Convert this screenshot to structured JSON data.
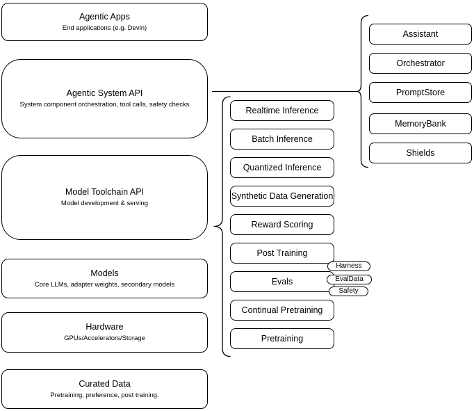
{
  "diagram": {
    "colors": {
      "stroke": "#000000",
      "fill": "#ffffff",
      "background": "#ffffff"
    },
    "left": [
      {
        "title": "Agentic Apps",
        "subtitle": "End applications (e.g. Devin)"
      },
      {
        "title": "Agentic System API",
        "subtitle": "System component orchestration, tool calls, safety checks"
      },
      {
        "title": "Model Toolchain API",
        "subtitle": "Model development & serving"
      },
      {
        "title": "Models",
        "subtitle": "Core LLMs, adapter weights, secondary models"
      },
      {
        "title": "Hardware",
        "subtitle": "GPUs/Accelerators/Storage"
      },
      {
        "title": "Curated Data",
        "subtitle": "Pretraining, preference, post training."
      }
    ],
    "middle": [
      "Realtime Inference",
      "Batch Inference",
      "Quantized Inference",
      "Synthetic Data Generation",
      "Reward Scoring",
      "Post Training",
      "Evals",
      "Continual Pretraining",
      "Pretraining"
    ],
    "evals_tags": [
      "Harness",
      "EvalData",
      "Safety"
    ],
    "right": [
      "Assistant",
      "Orchestrator",
      "PromptStore",
      "MemoryBank",
      "Shields"
    ]
  }
}
